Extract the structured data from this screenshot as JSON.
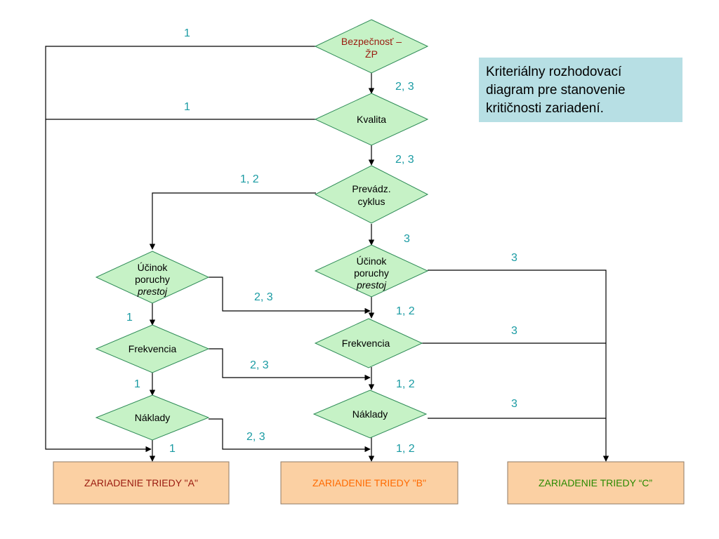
{
  "colors": {
    "diamond_fill": "#c6f2c6",
    "box_fill": "#fbd0a3",
    "label": "#1a9ba3",
    "note_fill": "#b7dfe4",
    "box_a_text": "#9a1a0f",
    "box_b_text": "#ff6a00",
    "box_c_text": "#2a8a00",
    "bezpecnost_text": "#9a1a0f"
  },
  "note": {
    "lines": [
      "Kriteriálny rozhodovací",
      "diagram pre stanovenie",
      "kritičnosti zariadení."
    ]
  },
  "nodes": {
    "bezpecnost": {
      "lines": [
        "Bezpečnosť –",
        "ŽP"
      ]
    },
    "kvalita": {
      "lines": [
        "Kvalita"
      ]
    },
    "prevadz": {
      "lines": [
        "Prevádz.",
        "cyklus"
      ]
    },
    "ucinok_left": {
      "lines": [
        "Účinok",
        "poruchy"
      ],
      "italic": "prestoj"
    },
    "ucinok_right": {
      "lines": [
        "Účinok",
        "poruchy"
      ],
      "italic": "prestoj"
    },
    "frek_left": {
      "lines": [
        "Frekvencia"
      ]
    },
    "frek_right": {
      "lines": [
        "Frekvencia"
      ]
    },
    "naklady_left": {
      "lines": [
        "Náklady"
      ]
    },
    "naklady_right": {
      "lines": [
        "Náklady"
      ]
    }
  },
  "boxes": {
    "a": "ZARIADENIE TRIEDY \"A\"",
    "b": "ZARIADENIE TRIEDY \"B\"",
    "c": "ZARIADENIE TRIEDY “C”"
  },
  "edge_labels": {
    "bez_left": "1",
    "bez_down": "2, 3",
    "kval_left": "1",
    "kval_down": "2, 3",
    "prev_left": "1, 2",
    "prev_down": "3",
    "ucr_right": "3",
    "ucl_down": "1",
    "ucl_right": "2, 3",
    "ucr_down": "1, 2",
    "frr_right": "3",
    "frl_right": "2, 3",
    "frl_down": "1",
    "frr_down": "1, 2",
    "nar_right": "3",
    "nal_right": "2, 3",
    "nal_down": "1",
    "nar_down": "1, 2"
  }
}
